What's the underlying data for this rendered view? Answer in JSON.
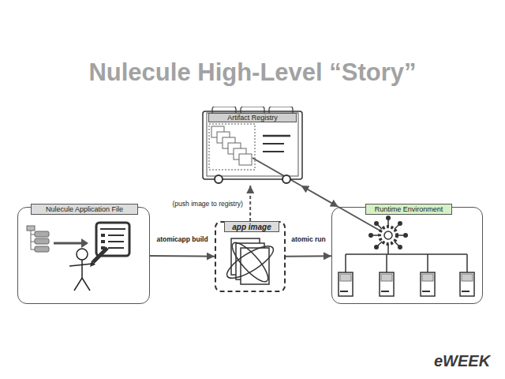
{
  "diagram": {
    "title": "Nulecule High-Level “Story”",
    "nodes": [
      {
        "text": [
          "Artifact Registry"
        ]
      },
      {
        "text": [
          "Nulecule Application File"
        ]
      },
      {
        "text": [
          "app image"
        ]
      },
      {
        "text": [
          "Runtime Environment"
        ]
      }
    ],
    "edges": [
      {
        "from": 1,
        "to": 2,
        "arrow": "to",
        "label": "atomicapp build"
      },
      {
        "from": 2,
        "to": 0,
        "arrow": "to",
        "label": "(push image to registry)"
      },
      {
        "from": 2,
        "to": 3,
        "arrow": "to",
        "label": "atomic run"
      },
      {
        "from": 0,
        "to": 3,
        "arrow": "both"
      }
    ],
    "labels": [
      "eWEEK"
    ]
  }
}
